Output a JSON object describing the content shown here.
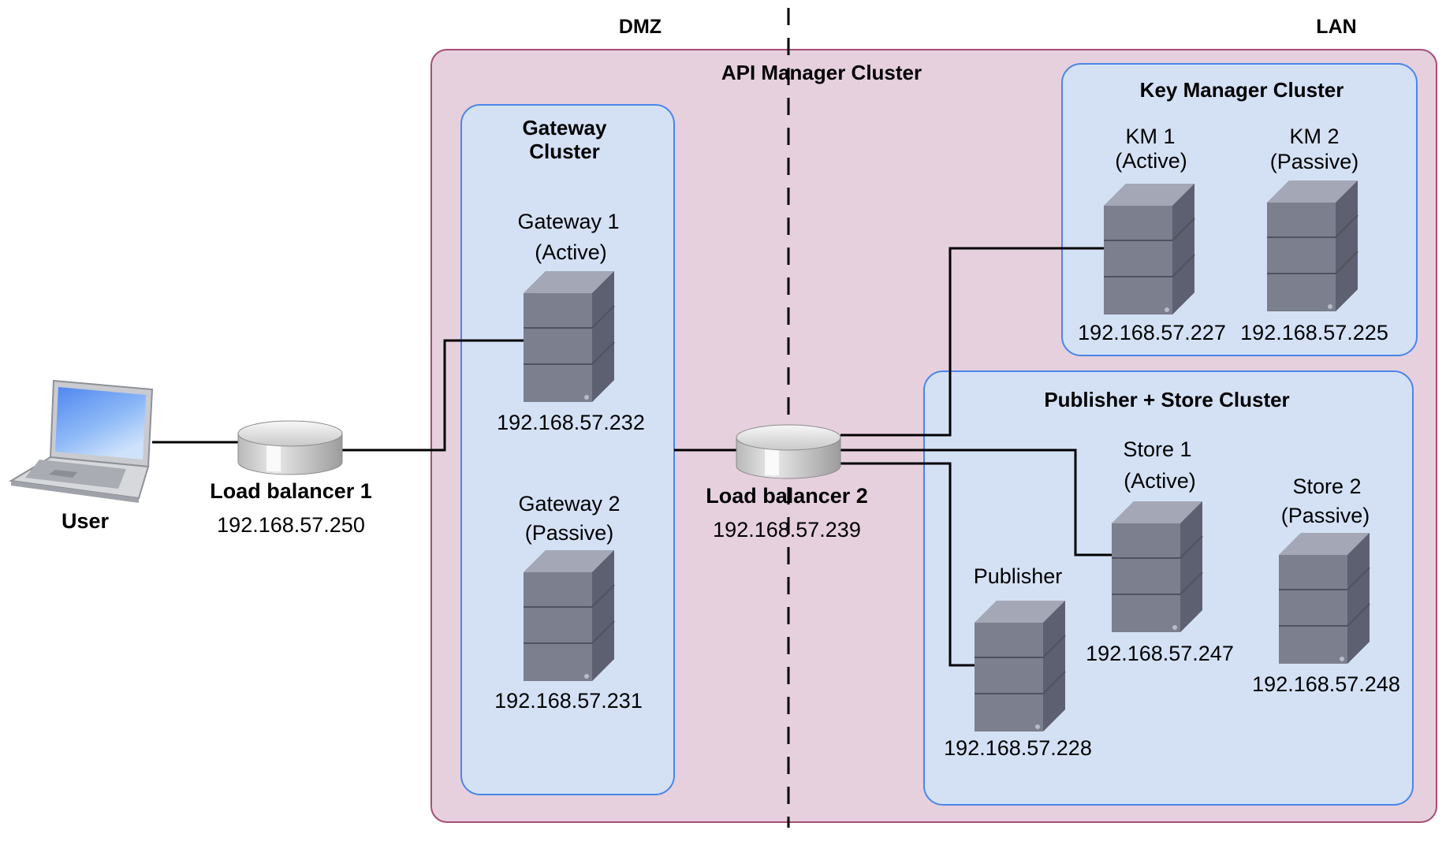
{
  "zones": {
    "dmz": "DMZ",
    "lan": "LAN"
  },
  "api_manager_cluster": {
    "title": "API Manager Cluster"
  },
  "gateway_cluster": {
    "title_line1": "Gateway",
    "title_line2": "Cluster",
    "gateway1": {
      "name": "Gateway 1",
      "role": "(Active)",
      "ip": "192.168.57.232"
    },
    "gateway2": {
      "name": "Gateway 2",
      "role": "(Passive)",
      "ip": "192.168.57.231"
    }
  },
  "key_manager_cluster": {
    "title": "Key Manager Cluster",
    "km1": {
      "name": "KM 1",
      "role": "(Active)",
      "ip": "192.168.57.227"
    },
    "km2": {
      "name": "KM 2",
      "role": "(Passive)",
      "ip": "192.168.57.225"
    }
  },
  "publisher_store_cluster": {
    "title": "Publisher + Store Cluster",
    "publisher": {
      "name": "Publisher",
      "ip": "192.168.57.228"
    },
    "store1": {
      "name": "Store 1",
      "role": "(Active)",
      "ip": "192.168.57.247"
    },
    "store2": {
      "name": "Store 2",
      "role": "(Passive)",
      "ip": "192.168.57.248"
    }
  },
  "user": {
    "label": "User"
  },
  "load_balancer1": {
    "label": "Load balancer 1",
    "ip": "192.168.57.250"
  },
  "load_balancer2": {
    "label": "Load balancer 2",
    "ip": "192.168.57.239"
  },
  "colors": {
    "api_cluster_fill": "#E6D0DE",
    "api_cluster_stroke": "#A64D79",
    "sub_cluster_fill": "#D4E1F5",
    "sub_cluster_stroke": "#4A86E8",
    "server_front": "#7B7F8E",
    "server_side": "#5D6070",
    "server_top": "#A4A8B6"
  },
  "icons": [
    "laptop-icon",
    "load-balancer-icon",
    "server-icon"
  ]
}
